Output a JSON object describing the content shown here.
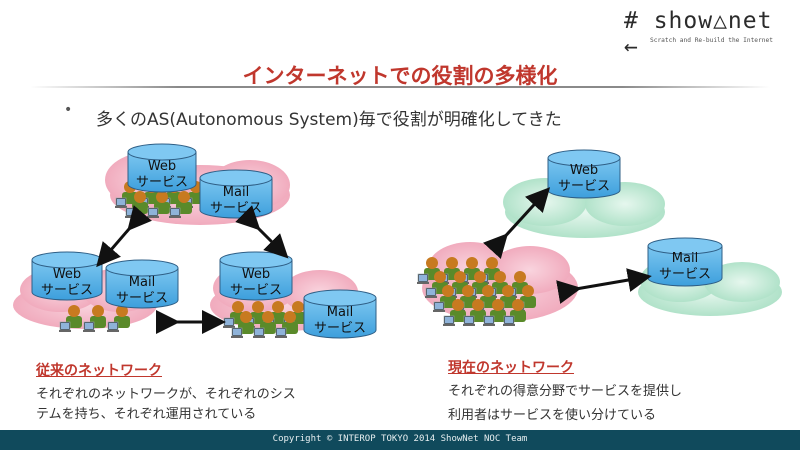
{
  "logo": {
    "main": "# show△net ←",
    "sub": "Scratch and Re-build the Internet"
  },
  "title": "インターネットでの役割の多様化",
  "bullet": "多くのAS(Autonomous System)毎で役割が明確化してきた",
  "left_diagram": {
    "web1": [
      "Web",
      "サービス"
    ],
    "mail1": [
      "Mail",
      "サービス"
    ],
    "web2": [
      "Web",
      "サービス"
    ],
    "mail2": [
      "Mail",
      "サービス"
    ],
    "web3": [
      "Web",
      "サービス"
    ],
    "mail3": [
      "Mail",
      "サービス"
    ]
  },
  "right_diagram": {
    "web": [
      "Web",
      "サービス"
    ],
    "mail": [
      "Mail",
      "サービス"
    ]
  },
  "left_caption": {
    "heading": "従来のネットワーク",
    "lines": [
      "それぞれのネットワークが、それぞれのシス",
      "テムを持ち、それぞれ運用されている"
    ]
  },
  "right_caption": {
    "heading": "現在のネットワーク",
    "lines": [
      "それぞれの得意分野でサービスを提供し",
      "利用者はサービスを使い分けている"
    ]
  },
  "footer": "Copyright © INTEROP TOKYO 2014 ShowNet NOC Team",
  "colors": {
    "accent": "#c0372d",
    "footer": "#104a5c",
    "cylinder": "#5eb4e6",
    "pink_cloud": "#f4b8c8",
    "green_cloud": "#b8e6cf"
  }
}
